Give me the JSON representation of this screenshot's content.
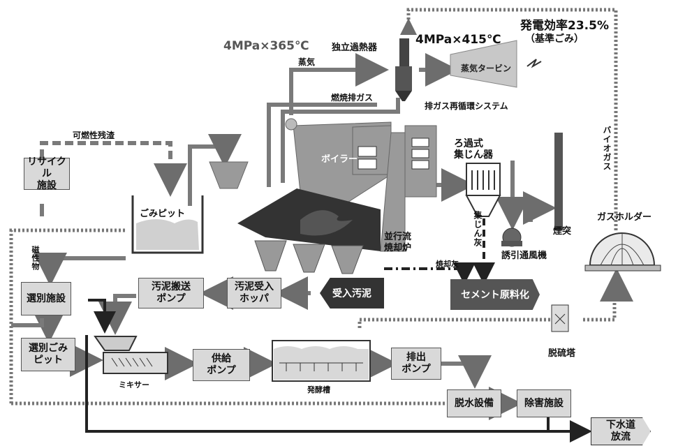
{
  "header": {
    "efficiency": "発電効率23.5%",
    "efficiency_note": "（基準ごみ）",
    "steam_condition_1": "4MPa×365℃",
    "steam_condition_2": "4MPa×415℃"
  },
  "labels": {
    "superheater": "独立過熱器",
    "steam": "蒸気",
    "turbine": "蒸気タービン",
    "flue_gas": "燃焼排ガス",
    "recirculation": "排ガス再循環システム",
    "combustible_residue": "可燃性残渣",
    "boiler": "ボイラー",
    "bag_filter": "ろ過式\n集じん器",
    "dust_ash": "集じん灰",
    "fan": "誘引通風機",
    "stack": "煙突",
    "biogas": "バイオガス",
    "gas_holder": "ガスホルダー",
    "refuse_pit": "ごみピット",
    "incinerator": "並行流\n焼却炉",
    "bottom_ash": "焼却灰",
    "magnetic": "磁性物",
    "mixer": "ミキサー",
    "fermenter": "発酵槽",
    "desulfurization": "脱硫塔"
  },
  "boxes": {
    "recycle": "リサイクル\n施設",
    "sorting": "選別施設",
    "sorted_pit": "選別ごみ\nピット",
    "sludge_pump": "汚泥搬送\nポンプ",
    "sludge_hopper": "汚泥受入\nホッパ",
    "sludge_in": "受入汚泥",
    "cement": "セメント原料化",
    "feed_pump": "供給\nポンプ",
    "discharge_pump": "排出\nポンプ",
    "dewater": "脱水設備",
    "detox": "除害施設",
    "sewer": "下水道\n放流"
  },
  "colors": {
    "arrow": "#7a7a7a",
    "box_fill": "#d9d9d9",
    "dark_fill": "#333333",
    "dotted": "#777777"
  }
}
